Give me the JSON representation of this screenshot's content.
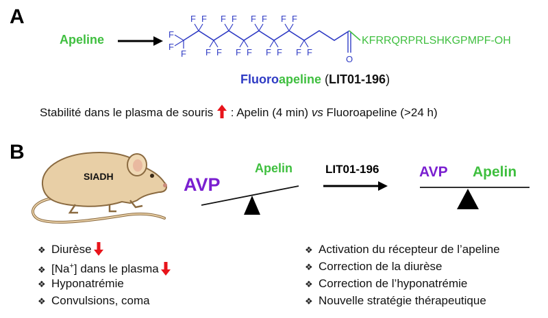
{
  "panel_a": {
    "label": "A",
    "apeline_label": "Apeline",
    "fluorine_symbol": "F",
    "oxygen_symbol": "O",
    "peptide_sequence": "KFRRQRPRLSHKGPMPF-OH",
    "compound_name_prefix": "Fluoro",
    "compound_name_suffix": "apeline",
    "compound_code_open": " (",
    "compound_code": "LIT01-196",
    "compound_code_close": ")",
    "stability_text": "Stabilité dans le plasma de souris",
    "stability_colon": " : Apelin (4 min) ",
    "stability_vs": "vs",
    "stability_tail": " Fluoroapeline (>24 h)"
  },
  "panel_b": {
    "label": "B",
    "mouse_label": "SIADH",
    "scale_left": {
      "avp": "AVP",
      "apelin": "Apelin"
    },
    "arrow_label": "LIT01-196",
    "scale_right": {
      "avp": "AVP",
      "apelin": "Apelin"
    },
    "left_bullets": [
      {
        "text": "Diurèse",
        "arrow": "down"
      },
      {
        "text_pre": "[Na",
        "sup": "+",
        "text_post": "] dans le plasma",
        "arrow": "down"
      },
      {
        "text": "Hyponatrémie"
      },
      {
        "text": "Convulsions, coma"
      }
    ],
    "right_bullets": [
      "Activation du récepteur de l’apeline",
      "Correction de la diurèse",
      "Correction de l’hyponatrémie",
      "Nouvelle stratégie thérapeutique"
    ]
  },
  "colors": {
    "green": "#3fbf3f",
    "blue": "#2f3bc4",
    "purple": "#7a1fd0",
    "red_arrow": "#e8141b",
    "mouse_fill": "#e8cfa6",
    "mouse_stroke": "#8a6a40"
  }
}
